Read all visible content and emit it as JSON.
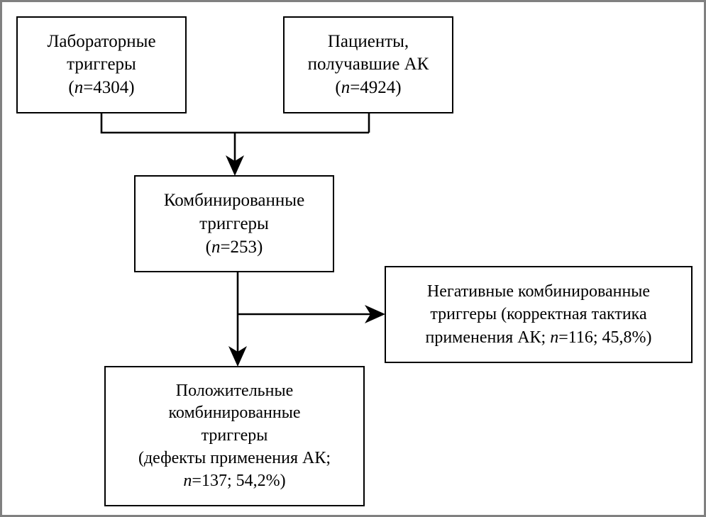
{
  "figure": {
    "type": "flowchart",
    "language": "ru",
    "border_color": "#808080",
    "line_color": "#000000",
    "box_fill": "#ffffff"
  },
  "nodes": {
    "lab_triggers": {
      "name": "Лабораторные триггеры",
      "line1": "Лабораторные",
      "line2": "триггеры",
      "count_open": "(",
      "count_var": "n",
      "count_value": "=4304)"
    },
    "patients_ak": {
      "name": "Пациенты, получавшие АК",
      "line1": "Пациенты,",
      "line2": "получавшие АК",
      "count_open": "(",
      "count_var": "n",
      "count_value": "=4924)"
    },
    "combined_triggers": {
      "name": "Комбинированные триггеры",
      "line1": "Комбинированные",
      "line2": "триггеры",
      "count_open": "(",
      "count_var": "n",
      "count_value": "=253)"
    },
    "negative_triggers": {
      "name": "Негативные комбинированные триггеры",
      "line1": "Негативные комбинированные",
      "line2": "триггеры (корректная тактика",
      "line3_prefix": "применения АК; ",
      "count_var": "n",
      "line3_suffix": "=116; 45,8%)"
    },
    "positive_triggers": {
      "name": "Положительные комбинированные триггеры",
      "line1": "Положительные",
      "line2": "комбинированные",
      "line3": "триггеры",
      "line4": "(дефекты применения АК;",
      "count_var": "n",
      "line5_suffix": "=137; 54,2%)"
    }
  },
  "edges": [
    {
      "id": "lab-to-combined",
      "from": "lab_triggers",
      "to": "combined_triggers",
      "style": "elbow-merge",
      "arrow": true
    },
    {
      "id": "patients-to-combined",
      "from": "patients_ak",
      "to": "combined_triggers",
      "style": "elbow-merge",
      "arrow": true
    },
    {
      "id": "combined-to-negative",
      "from": "combined_triggers",
      "to": "negative_triggers",
      "style": "elbow-right",
      "arrow": true
    },
    {
      "id": "combined-to-positive",
      "from": "combined_triggers",
      "to": "positive_triggers",
      "style": "straight-down",
      "arrow": true
    }
  ],
  "stats": {
    "lab_triggers_n": 4304,
    "patients_ak_n": 4924,
    "combined_n": 253,
    "negative_n": 116,
    "negative_pct": "45,8%",
    "positive_n": 137,
    "positive_pct": "54,2%"
  }
}
